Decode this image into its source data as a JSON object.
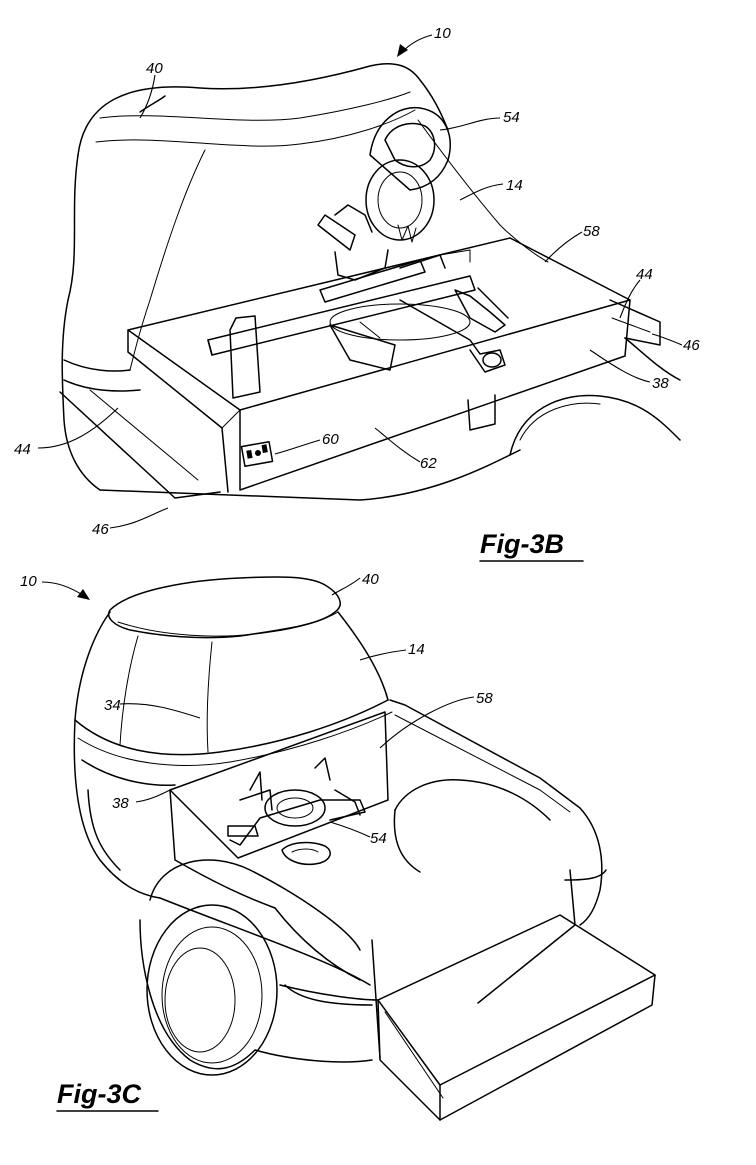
{
  "figures": [
    {
      "caption": "Fig-3B",
      "refs": [
        {
          "id": "ref-10",
          "text": "10"
        },
        {
          "id": "ref-40",
          "text": "40"
        },
        {
          "id": "ref-54",
          "text": "54"
        },
        {
          "id": "ref-14",
          "text": "14"
        },
        {
          "id": "ref-58",
          "text": "58"
        },
        {
          "id": "ref-44-right",
          "text": "44"
        },
        {
          "id": "ref-46-right",
          "text": "46"
        },
        {
          "id": "ref-38",
          "text": "38"
        },
        {
          "id": "ref-44-left",
          "text": "44"
        },
        {
          "id": "ref-60",
          "text": "60"
        },
        {
          "id": "ref-62",
          "text": "62"
        },
        {
          "id": "ref-46-left",
          "text": "46"
        }
      ]
    },
    {
      "caption": "Fig-3C",
      "refs": [
        {
          "id": "ref-10",
          "text": "10"
        },
        {
          "id": "ref-40",
          "text": "40"
        },
        {
          "id": "ref-14",
          "text": "14"
        },
        {
          "id": "ref-58",
          "text": "58"
        },
        {
          "id": "ref-34",
          "text": "34"
        },
        {
          "id": "ref-38",
          "text": "38"
        },
        {
          "id": "ref-54",
          "text": "54"
        }
      ]
    }
  ]
}
